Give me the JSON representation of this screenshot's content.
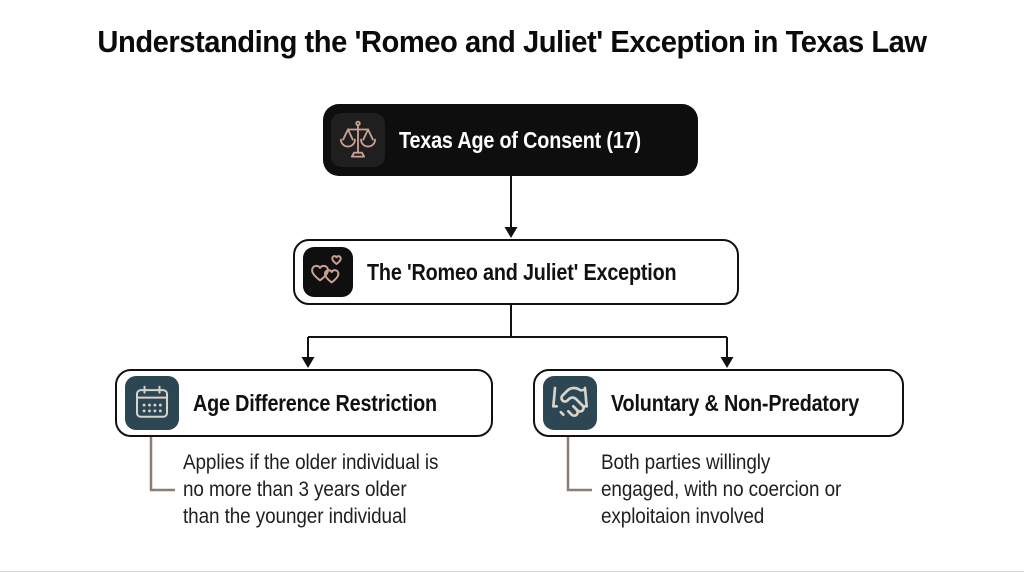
{
  "page": {
    "title": "Understanding the 'Romeo and Juliet' Exception in Texas Law"
  },
  "colors": {
    "background": "#ffffff",
    "title_text": "#0b0b0b",
    "root_box_bg": "#0e0e0e",
    "root_icon_bg": "#1f1f1f",
    "root_text": "#ffffff",
    "node_border": "#111111",
    "node_bg": "#ffffff",
    "node_text": "#111111",
    "hearts_icon_bg": "#0f0f0f",
    "slate_icon_bg": "#2d4654",
    "icon_stroke_tan": "#c9a193",
    "icon_stroke_light": "#d8d4ca",
    "connector": "#111111",
    "branch_connector": "#8d7e74",
    "description_text": "#1f1f1f"
  },
  "flowchart": {
    "root": {
      "label": "Texas Age of Consent (17)",
      "icon": "scales-of-justice-icon"
    },
    "level2": {
      "label": "The 'Romeo and Juliet' Exception",
      "icon": "hearts-icon"
    },
    "branches": [
      {
        "label": "Age Difference Restriction",
        "icon": "calendar-icon",
        "description": "Applies if the older individual is\nno more than 3 years older\nthan the younger individual"
      },
      {
        "label": "Voluntary & Non-Predatory",
        "icon": "handshake-icon",
        "description": "Both parties willingly\nengaged, with no coercion or\nexploitaion involved"
      }
    ]
  }
}
